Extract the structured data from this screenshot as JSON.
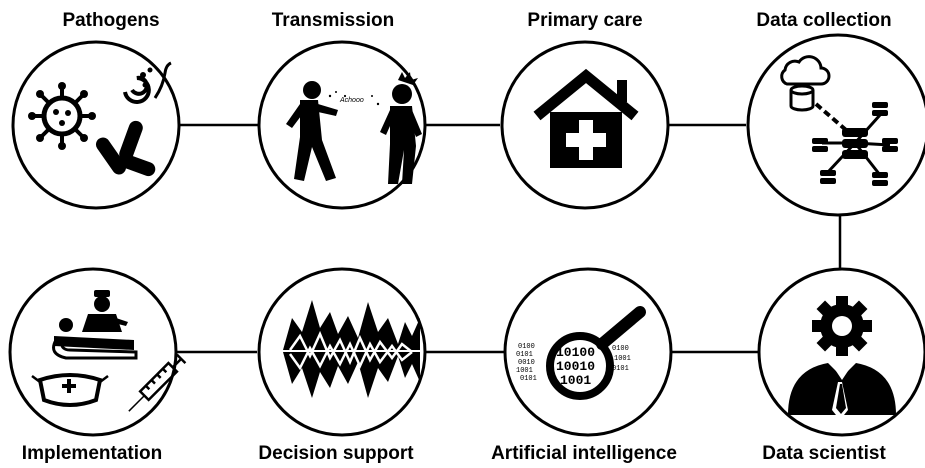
{
  "nodes": [
    {
      "id": "pathogens",
      "label": "Pathogens",
      "icon": "pathogen-virus-bacteria-icon"
    },
    {
      "id": "transmission",
      "label": "Transmission",
      "icon": "sneezing-people-icon"
    },
    {
      "id": "primary-care",
      "label": "Primary care",
      "icon": "house-medical-cross-icon"
    },
    {
      "id": "data-collection",
      "label": "Data collection",
      "icon": "database-network-icon"
    },
    {
      "id": "implementation",
      "label": "Implementation",
      "icon": "patient-mask-syringe-icon"
    },
    {
      "id": "decision-support",
      "label": "Decision support",
      "icon": "zigzag-signal-icon"
    },
    {
      "id": "artificial-intelligence",
      "label": "Artificial intelligence",
      "icon": "binary-magnifier-icon"
    },
    {
      "id": "data-scientist",
      "label": "Data scientist",
      "icon": "gear-head-person-icon"
    }
  ],
  "magnifier_text": [
    "10100",
    "10010",
    "1001"
  ],
  "binary_text": [
    "0100",
    "0101",
    "0010",
    "1001",
    "0101"
  ],
  "sneeze_text": "Achooo"
}
